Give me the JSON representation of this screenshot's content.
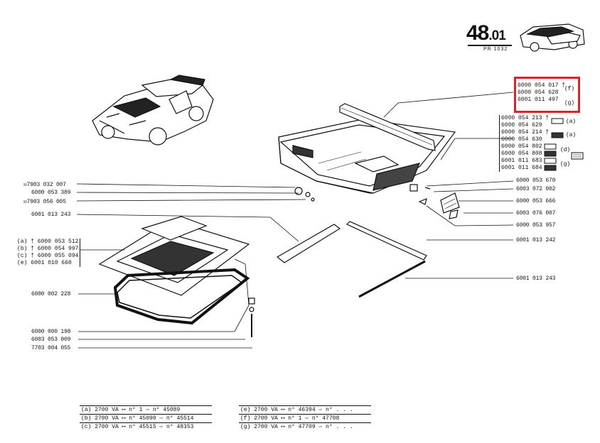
{
  "page": {
    "number": "48",
    "sub": ".01",
    "ref": "PR 1032"
  },
  "highlight_group": [
    "6000 054 017 †",
    "6000 054 628",
    "6001 011 497"
  ],
  "highlight_tags": [
    "(f)",
    "(g)"
  ],
  "right_group": {
    "rows": [
      "6000 054 213 †",
      "6000 054 629",
      "6000 054 214 †",
      "6000 054 630",
      "6000 054 802",
      "6000 054 808",
      "6001 011 683",
      "6001 011 684"
    ],
    "tags": [
      "(a)",
      "(a)",
      "(d)",
      "(g)"
    ]
  },
  "right_parts": [
    "6000 053 670",
    "6003 072 002",
    "6000 053 666",
    "6003 076 007",
    "6000 053 957",
    "6001 013 242",
    "6001 013 243"
  ],
  "left_parts": [
    "7903 032 007",
    "6000 053 389",
    "7903 056 005",
    "6001 013 243"
  ],
  "left_group": [
    "(a) † 6000 053 512",
    "(b) † 6000 054 997",
    "(c) † 6000 055 094",
    "(e) 6001 010 660"
  ],
  "lower_left_parts": [
    "6000 002 228",
    "6000 000 198",
    "6003 053 009",
    "7703 004 055"
  ],
  "footer": {
    "left": [
      "(a)  2700 VA  ⟷  n° 1  ⇨  n° 45089",
      "(b)  2700 VA  ⟷  n° 45090  ⇨  n° 45514",
      "(c)  2700 VA  ⟷  n° 45515  ⇨  n° 48353"
    ],
    "right": [
      "(e)  2700 VA  ⟷  n° 46394  ⇨  n° . . .",
      "(f)  2700 VA  ⟷  n° 1  ⇨  n° 47708",
      "(g)  2700 VA  ⟷  n° 47709  ⇨  n° . . ."
    ]
  }
}
